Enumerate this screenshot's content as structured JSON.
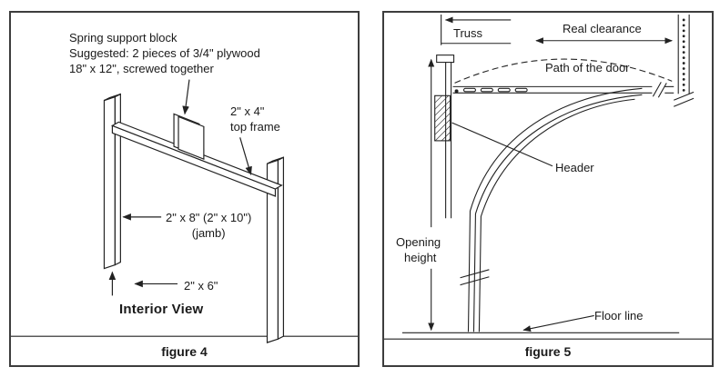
{
  "figure4": {
    "caption": "figure 4",
    "view_title": "Interior View",
    "annotation": {
      "line1": "Spring support block",
      "line2": "Suggested: 2 pieces of 3/4\" plywood",
      "line3": "18\" x 12\", screwed together"
    },
    "labels": {
      "top_frame_size": "2\" x 4\"",
      "top_frame_name": "top frame",
      "jamb_size": "2\" x 8\" (2\" x 10\")",
      "jamb_name": "(jamb)",
      "sill_size": "2\" x 6\""
    }
  },
  "figure5": {
    "caption": "figure 5",
    "labels": {
      "truss": "Truss",
      "real_clearance": "Real clearance",
      "door_path": "Path of the door",
      "header": "Header",
      "opening_height_line1": "Opening",
      "opening_height_line2": "height",
      "floor_line": "Floor line"
    }
  },
  "colors": {
    "line": "#222222",
    "border": "#3d3d3d",
    "background": "#ffffff"
  }
}
